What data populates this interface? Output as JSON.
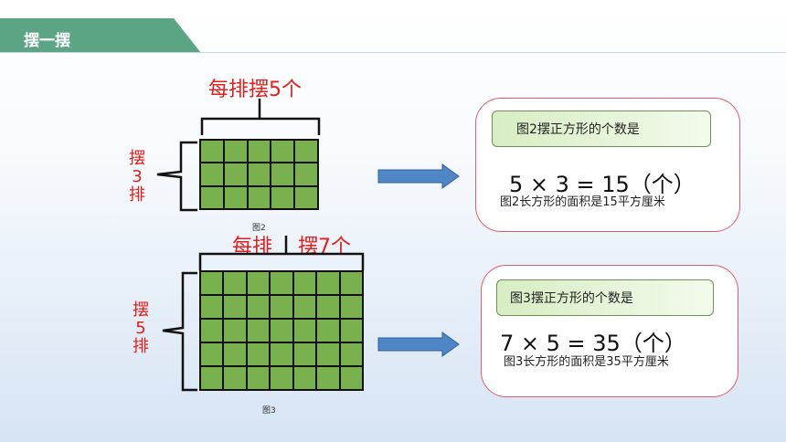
{
  "header": {
    "title": "摆一摆"
  },
  "figure2": {
    "top_label": "每排摆5个",
    "side_label_chars": [
      "摆",
      "3",
      "排"
    ],
    "caption": "图2",
    "cols": 5,
    "rows": 3,
    "result": {
      "title": "图2摆正方形的个数是",
      "equation": "5 × 3 = 15（个）",
      "area_note": "图2长方形的面积是15平方厘米"
    }
  },
  "figure3": {
    "top_label_left": "每排",
    "top_label_right": "摆7个",
    "side_label_chars": [
      "摆",
      "5",
      "排"
    ],
    "caption": "图3",
    "cols": 7,
    "rows": 5,
    "result": {
      "title": "图3摆正方形的个数是",
      "equation": "7 × 5 = 35（个）",
      "area_note": "图3长方形的面积是35平方厘米"
    }
  },
  "colors": {
    "header": "#5ba584",
    "square": "#79b14e",
    "label_red": "#e0201c",
    "card_border": "#e05a6a",
    "arrow": "#4f86c6"
  }
}
